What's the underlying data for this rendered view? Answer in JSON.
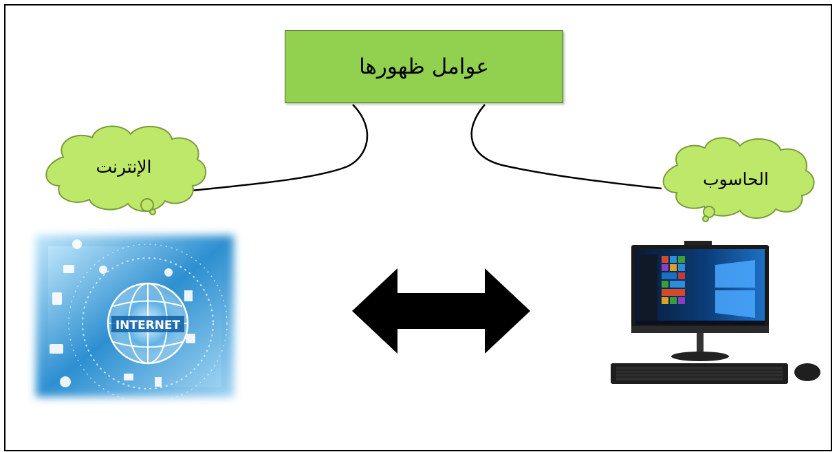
{
  "title": "عوامل ظهورها",
  "left_cloud": {
    "label": "الإنترنت"
  },
  "right_cloud": {
    "label": "الحاسوب"
  },
  "internet_image": {
    "text": "INTERNET",
    "icon": "internet-globe-collage"
  },
  "computer_image": {
    "icon": "all-in-one-desktop-computer"
  },
  "arrow": {
    "icon": "double-headed-arrow"
  },
  "colors": {
    "box_fill": "#92d050",
    "cloud_fill": "#bde86a",
    "outline": "#000000"
  }
}
